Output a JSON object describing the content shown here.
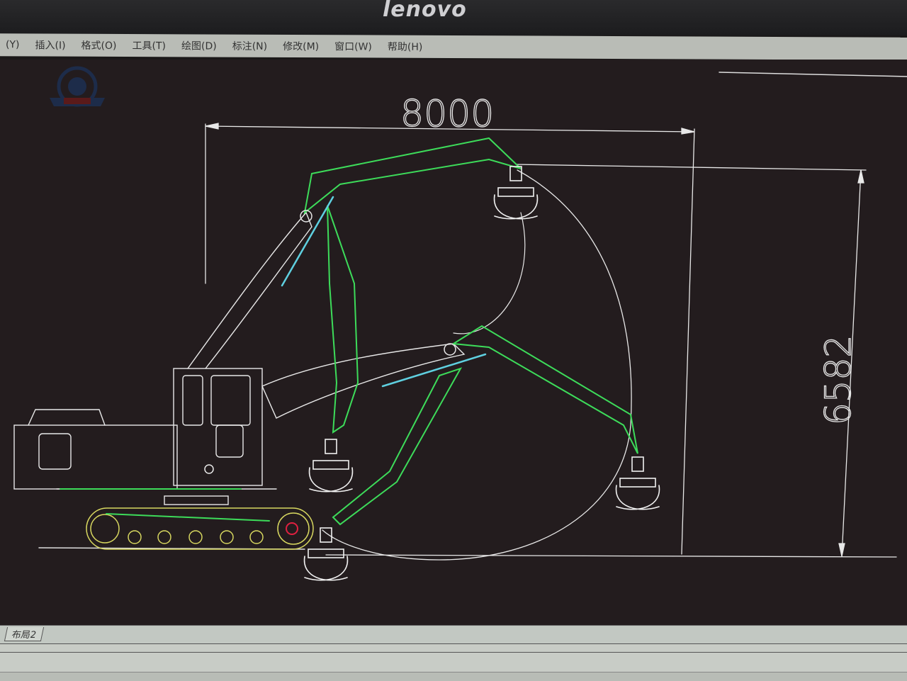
{
  "monitor": {
    "brand": "lenovo"
  },
  "menubar": {
    "items": [
      {
        "label": "(Y)"
      },
      {
        "label": "插入(I)"
      },
      {
        "label": "格式(O)"
      },
      {
        "label": "工具(T)"
      },
      {
        "label": "绘图(D)"
      },
      {
        "label": "标注(N)"
      },
      {
        "label": "修改(M)"
      },
      {
        "label": "窗口(W)"
      },
      {
        "label": "帮助(H)"
      }
    ]
  },
  "drawing": {
    "dimension_width": "8000",
    "dimension_height": "6582",
    "colors": {
      "background": "#231c1e",
      "lines": "#e8e8e8",
      "boom": "#3ddc5a",
      "cylinder": "#5fd0e0",
      "track": "#d8d860",
      "marker": "#e02040"
    }
  },
  "layout_tabs": {
    "active": "布局2"
  }
}
